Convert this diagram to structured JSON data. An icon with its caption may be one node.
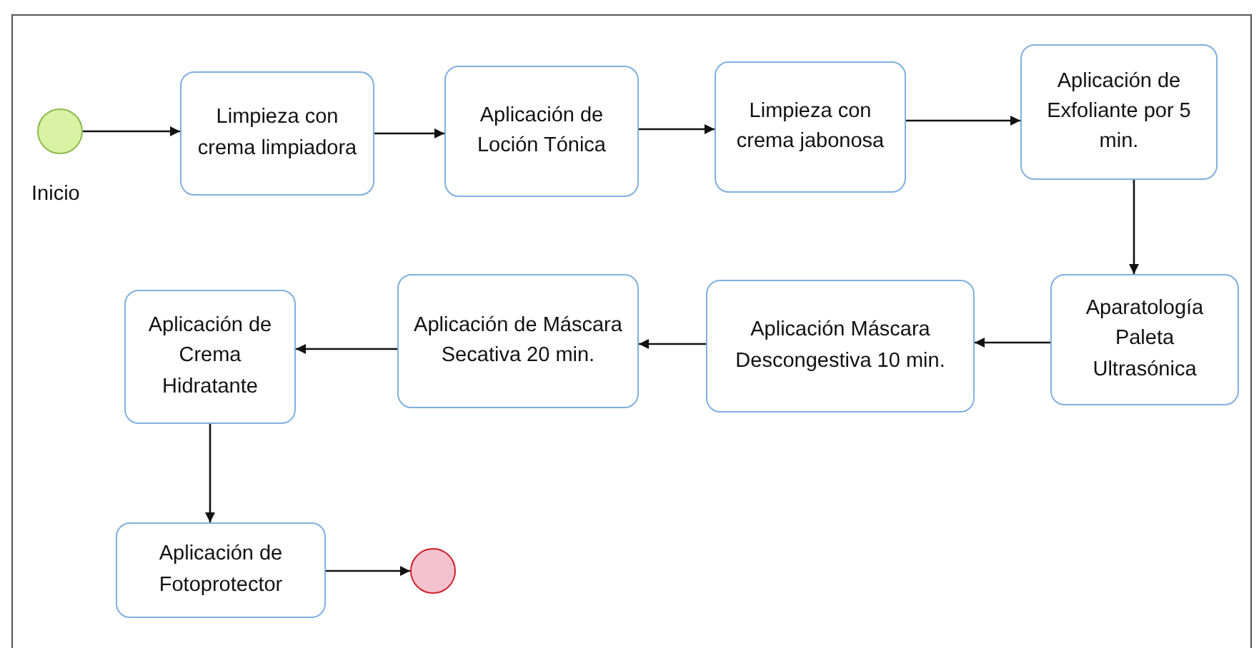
{
  "diagram": {
    "nodes": [
      {
        "text": [],
        "shape": "circle",
        "beside": [
          "Inicio"
        ]
      },
      {
        "text": [
          "Limpieza con crema limpiadora"
        ]
      },
      {
        "text": [
          "Aplicación de Loción Tónica"
        ]
      },
      {
        "text": [
          "Limpieza con crema jabonosa"
        ]
      },
      {
        "text": [
          "Aplicación de Exfoliante por 5 min."
        ]
      },
      {
        "text": [
          "Aparatología Paleta Ultrasónica"
        ]
      },
      {
        "text": [
          "Aplicación Máscara Descongestiva 10 min."
        ]
      },
      {
        "text": [
          "Aplicación de Máscara Secativa 20 min."
        ]
      },
      {
        "text": [
          "Aplicación de Crema Hidratante"
        ]
      },
      {
        "text": [
          "Aplicación de Fotoprotector"
        ]
      },
      {
        "text": [],
        "shape": "circle"
      }
    ],
    "edges": [
      {
        "from": 0,
        "to": 1,
        "arrow": "to"
      },
      {
        "from": 1,
        "to": 2,
        "arrow": "to"
      },
      {
        "from": 2,
        "to": 3,
        "arrow": "to"
      },
      {
        "from": 3,
        "to": 4,
        "arrow": "to"
      },
      {
        "from": 4,
        "to": 5,
        "arrow": "to"
      },
      {
        "from": 5,
        "to": 6,
        "arrow": "to"
      },
      {
        "from": 6,
        "to": 7,
        "arrow": "to"
      },
      {
        "from": 7,
        "to": 8,
        "arrow": "to"
      },
      {
        "from": 8,
        "to": 9,
        "arrow": "to"
      },
      {
        "from": 9,
        "to": 10,
        "arrow": "to"
      }
    ]
  }
}
